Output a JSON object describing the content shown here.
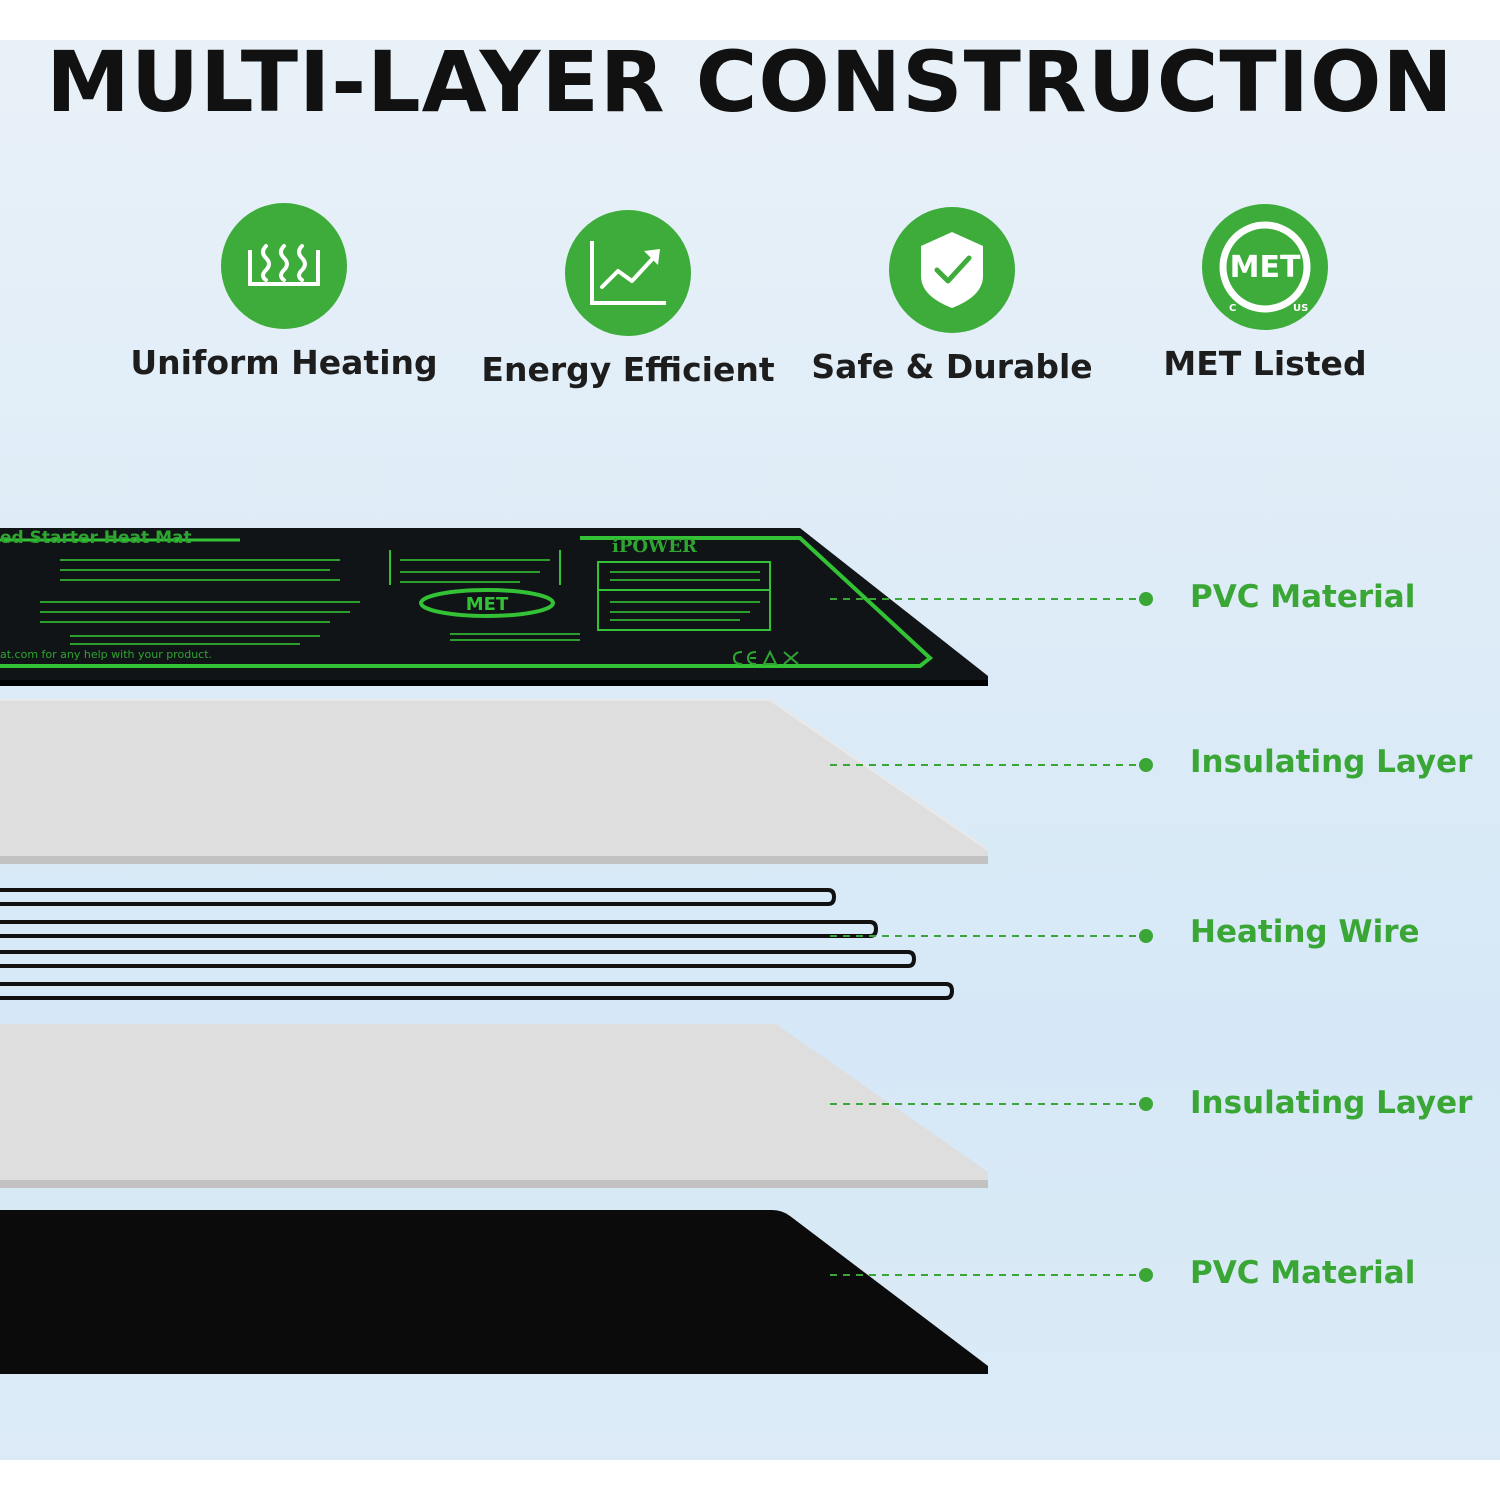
{
  "title": "MULTI-LAYER CONSTRUCTION",
  "features": [
    {
      "label": "Uniform Heating",
      "icon": "heat-waves-icon"
    },
    {
      "label": "Energy Efficient",
      "icon": "rising-chart-icon"
    },
    {
      "label": "Safe & Durable",
      "icon": "shield-check-icon"
    },
    {
      "label": "MET Listed",
      "icon": "met-logo-icon"
    }
  ],
  "met_logo": {
    "text": "MET",
    "left": "C",
    "right": "US"
  },
  "mat_print": {
    "heading": "ed Starter Heat Mat",
    "brand": "iPOWER",
    "footer": "at.com for any help with your product."
  },
  "layers": [
    {
      "label": "PVC Material"
    },
    {
      "label": "Insulating Layer"
    },
    {
      "label": "Heating Wire"
    },
    {
      "label": "Insulating Layer"
    },
    {
      "label": "PVC Material"
    }
  ],
  "colors": {
    "accent": "#3dac3a",
    "label_green": "#3aa636",
    "dark": "#111111"
  }
}
